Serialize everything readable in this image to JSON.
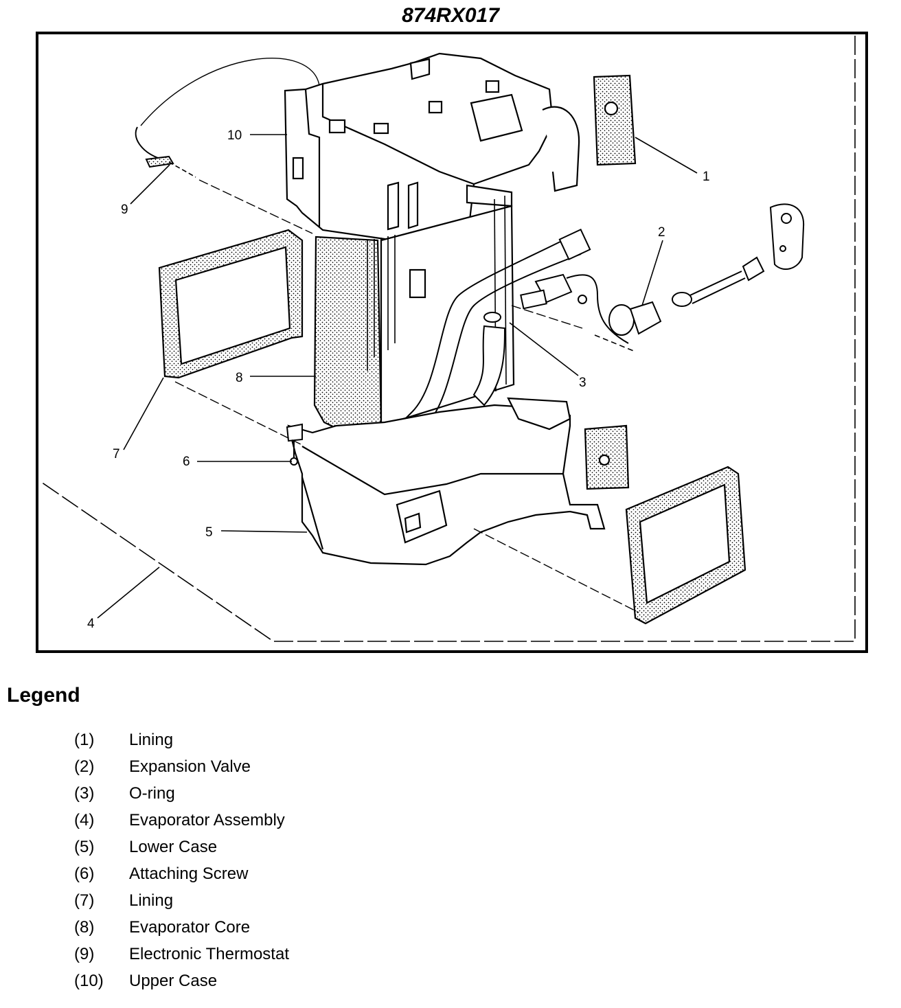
{
  "figure_id": "874RX017",
  "callouts": [
    "1",
    "2",
    "3",
    "4",
    "5",
    "6",
    "7",
    "8",
    "9",
    "10"
  ],
  "legend": {
    "title": "Legend",
    "items": [
      {
        "num": "(1)",
        "label": "Lining"
      },
      {
        "num": "(2)",
        "label": "Expansion Valve"
      },
      {
        "num": "(3)",
        "label": "O-ring"
      },
      {
        "num": "(4)",
        "label": "Evaporator Assembly"
      },
      {
        "num": "(5)",
        "label": "Lower Case"
      },
      {
        "num": "(6)",
        "label": "Attaching Screw"
      },
      {
        "num": "(7)",
        "label": "Lining"
      },
      {
        "num": "(8)",
        "label": "Evaporator Core"
      },
      {
        "num": "(9)",
        "label": "Electronic Thermostat"
      },
      {
        "num": "(10)",
        "label": "Upper Case"
      }
    ]
  }
}
